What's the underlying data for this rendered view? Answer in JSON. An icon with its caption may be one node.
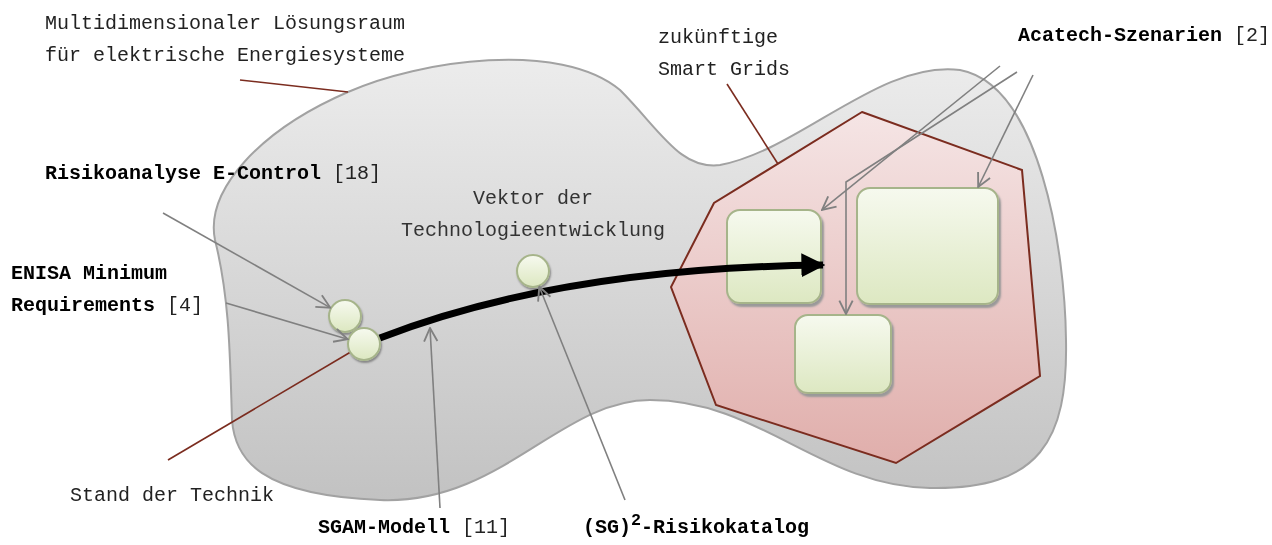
{
  "diagram": {
    "nodes": [
      {
        "text": [
          "Multidimensionaler Lösungsraum für elektrische Energiesysteme"
        ]
      },
      {
        "text": [],
        "shape": "cloud"
      },
      {
        "text": [
          "zukünftige Smart Grids"
        ]
      },
      {
        "text": [],
        "shape": "hexagon",
        "in": 1
      },
      {
        "text": [
          "**Acatech-Szenarien** [2]"
        ]
      },
      {
        "text": [],
        "shape": "box",
        "in": 3
      },
      {
        "text": [],
        "shape": "box",
        "in": 3
      },
      {
        "text": [],
        "shape": "box",
        "in": 3
      },
      {
        "text": [
          "**Risikoanalyse E-Control** [18]"
        ]
      },
      {
        "text": [
          "**ENISA Minimum Requirements** [4]"
        ]
      },
      {
        "text": [],
        "shape": "circle",
        "in": 1
      },
      {
        "text": [],
        "shape": "circle",
        "in": 1
      },
      {
        "text": [
          "Stand der Technik"
        ]
      },
      {
        "text": [],
        "shape": "circle",
        "in": 1
      },
      {
        "text": [
          "**SGAM-Modell** [11]"
        ]
      },
      {
        "text": [
          "**(SG)$^{2}$-Risikokatalog**"
        ]
      }
    ],
    "edges": [
      {
        "from": 0,
        "to": 1,
        "arrow": "none",
        "color": "#7b2c1f"
      },
      {
        "from": 2,
        "to": 3,
        "arrow": "none",
        "color": "#7b2c1f"
      },
      {
        "from": 4,
        "to": 5,
        "arrow": "to"
      },
      {
        "from": 4,
        "to": 7,
        "arrow": "to"
      },
      {
        "from": 4,
        "to": 6,
        "arrow": "to"
      },
      {
        "from": 8,
        "to": 10,
        "arrow": "to"
      },
      {
        "from": 9,
        "to": 11,
        "arrow": "to"
      },
      {
        "from": 12,
        "to": 11,
        "arrow": "none",
        "color": "#7b2c1f"
      },
      {
        "from": 11,
        "to": 5,
        "arrow": "to",
        "style": "thick",
        "color": "#000000",
        "label": "Vektor der Technologieentwicklung"
      },
      {
        "from": 14,
        "to": null,
        "arrow": "to"
      },
      {
        "from": 15,
        "to": 13,
        "arrow": "to"
      }
    ]
  }
}
